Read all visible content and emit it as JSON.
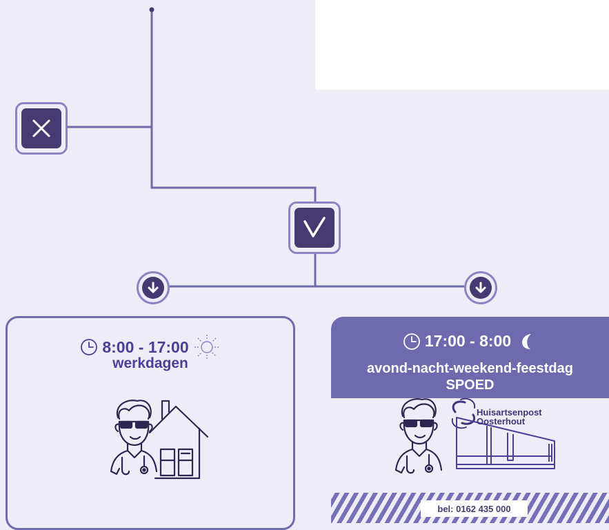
{
  "colors": {
    "background": "#eeecf6",
    "primary_dark": "#473a72",
    "outline": "#8a83c4",
    "header_purple": "#6e6aad",
    "text_purple": "#4a3f99",
    "white": "#ffffff"
  },
  "icons": {
    "no": "close-icon",
    "yes": "check-icon",
    "arrows": "arrow-down-icon",
    "clock": "clock-icon",
    "sun": "sun-icon",
    "moon": "moon-icon"
  },
  "day": {
    "time": "8:00 - 17:00",
    "subtitle": "werkdagen"
  },
  "night": {
    "time": "17:00 - 8:00",
    "subtitle_line1": "avond-nacht-weekend-feestdag",
    "subtitle_line2": "SPOED",
    "logo_line1": "Huisartsenpost",
    "logo_line2": "Oosterhout",
    "phone": "bel: 0162 435 000"
  }
}
